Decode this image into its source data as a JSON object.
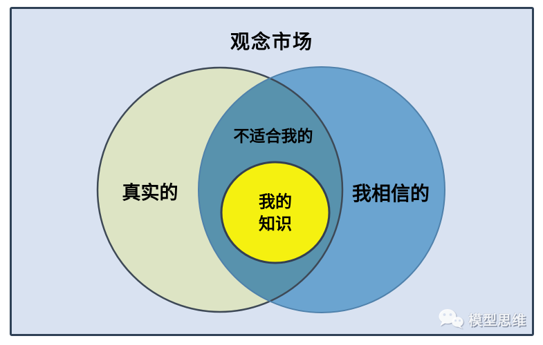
{
  "frame": {
    "fill": "#d9e2f1",
    "border_color": "#2f4156",
    "page_background": "#ffffff"
  },
  "title": {
    "text": "观念市场",
    "color": "#000000"
  },
  "venn": {
    "left_circle": {
      "label": "真实的",
      "fill": "#dde4c4",
      "stroke": "#3e4956"
    },
    "right_circle": {
      "label": "我相信的",
      "fill": "#6ba4d0",
      "stroke": "#4f81ab"
    },
    "intersection": {
      "label": "不适合我的",
      "fill": "#5892ad"
    },
    "inner_circle": {
      "label_line1": "我的",
      "label_line2": "知识",
      "fill": "#f5f110",
      "stroke": "#333f52"
    }
  },
  "watermark": {
    "icon": "wechat-icon",
    "text": "模型思维",
    "color": "#f2f4f7"
  }
}
